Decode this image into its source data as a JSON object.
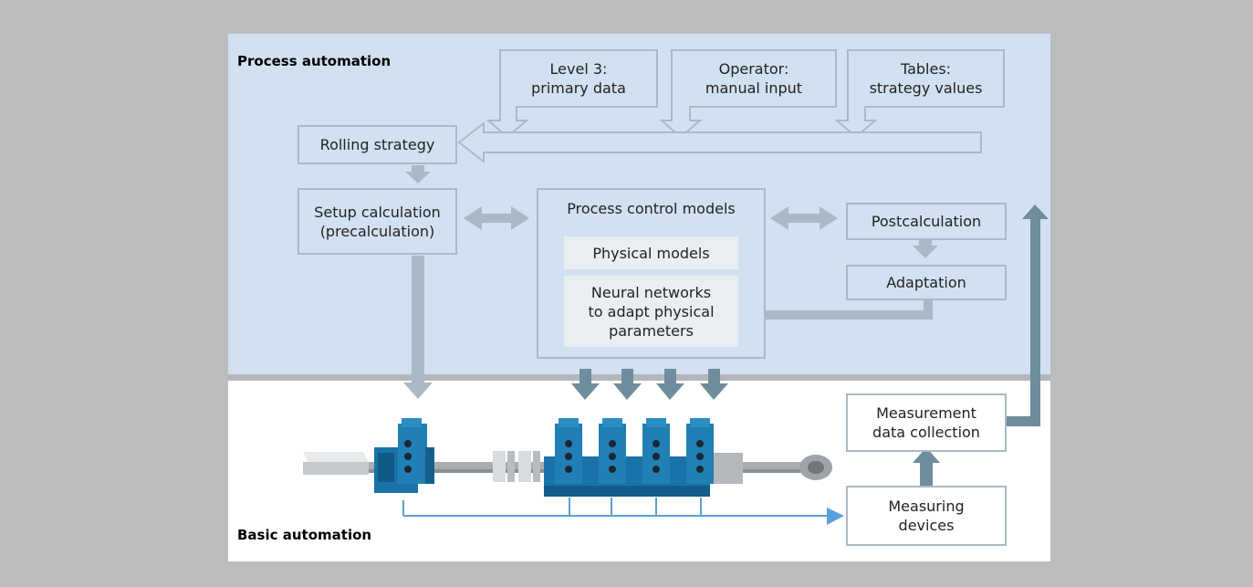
{
  "sections": {
    "process_automation": "Process automation",
    "basic_automation": "Basic automation"
  },
  "inputs": {
    "level3": "Level 3:\nprimary data",
    "operator": "Operator:\nmanual input",
    "tables": "Tables:\nstrategy values"
  },
  "boxes": {
    "rolling_strategy": "Rolling strategy",
    "setup_calculation": "Setup calculation\n(precalculation)",
    "process_control_models": "Process control models",
    "physical_models": "Physical models",
    "neural_networks": "Neural networks\nto adapt physical\nparameters",
    "postcalculation": "Postcalculation",
    "adaptation": "Adaptation",
    "measurement_data_collection": "Measurement\ndata collection",
    "measuring_devices": "Measuring\ndevices"
  },
  "colors": {
    "background": "#bcbdbf",
    "process_panel": "#d2e1f1",
    "basic_panel": "#ffffff",
    "box_border": "#a9b9c5",
    "light_arrow": "#a9b9c5",
    "dark_arrow": "#6f8d9c",
    "signal_line": "#5aa0d8",
    "mill_blue": "#1a73a8"
  },
  "icons": [
    "rolling-mill-icon"
  ]
}
